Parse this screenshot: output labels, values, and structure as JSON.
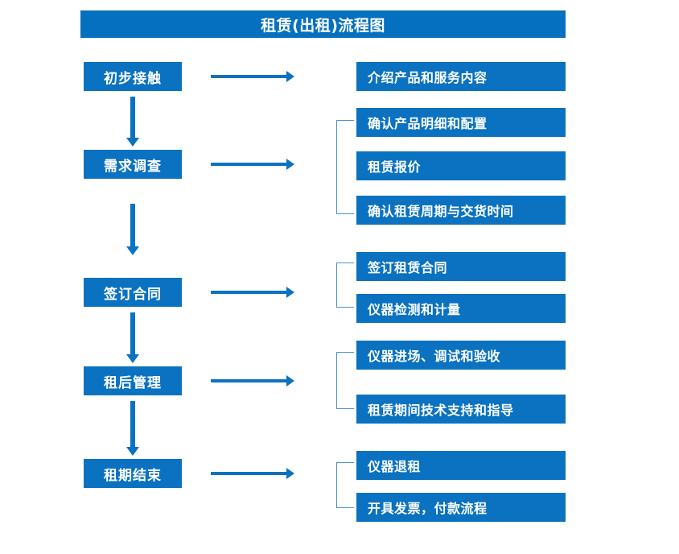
{
  "diagram": {
    "title": "租赁(出租)流程图",
    "colors": {
      "title_bar": "#0570bf",
      "box": "#0a72c0",
      "box_text": "#ffffff",
      "arrow": "#0a72c0",
      "bracket": "#4b92d0",
      "background": "#ffffff"
    },
    "stages": [
      {
        "label": "初步接触"
      },
      {
        "label": "需求调查"
      },
      {
        "label": "签订合同"
      },
      {
        "label": "租后管理"
      },
      {
        "label": "租期结束"
      }
    ],
    "details": [
      {
        "label": "介绍产品和服务内容"
      },
      {
        "label": "确认产品明细和配置"
      },
      {
        "label": "租赁报价"
      },
      {
        "label": "确认租赁周期与交货时间"
      },
      {
        "label": "签订租赁合同"
      },
      {
        "label": "仪器检测和计量"
      },
      {
        "label": "仪器进场、调试和验收"
      },
      {
        "label": "租赁期间技术支持和指导"
      },
      {
        "label": "仪器退租"
      },
      {
        "label": "开具发票，付款流程"
      }
    ],
    "flow": {
      "stage_to_detail_arrows": 5,
      "stage_to_stage_arrows": 4,
      "bracket_groups": 4
    }
  }
}
